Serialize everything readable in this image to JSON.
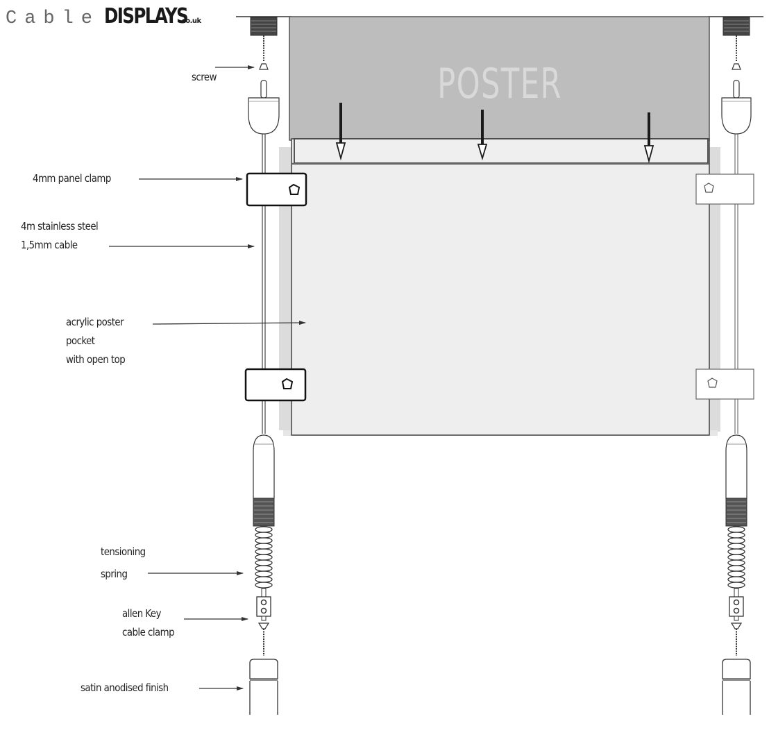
{
  "brand": {
    "cable": "Cable",
    "displays": "DISPLAYS",
    "tld": ".co.uk"
  },
  "poster": {
    "title": "POSTER",
    "fill_color": "#bdbdbd",
    "arrow_count": 3
  },
  "pocket": {
    "fill_color": "#eeeeee",
    "shadow_color": "#dcdcdc"
  },
  "labels": {
    "screw": "screw",
    "panel_clamp": "4mm panel clamp",
    "cable_line1": "4m stainless steel",
    "cable_line2": "1,5mm cable",
    "pocket_line1": "acrylic poster",
    "pocket_line2": "pocket",
    "pocket_line3": "with open top",
    "spring_line1": "tensioning",
    "spring_line2": "spring",
    "allen_line1": "allen Key",
    "allen_line2": "cable clamp",
    "finish": "satin anodised finish"
  },
  "colors": {
    "line": "#222222",
    "text": "#222222",
    "poster": "#bdbdbd",
    "pocket": "#eeeeee",
    "poster_text": "#d9d9d9"
  }
}
